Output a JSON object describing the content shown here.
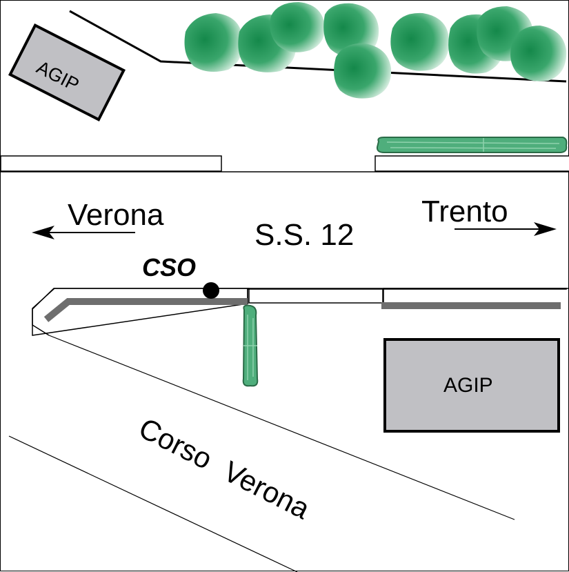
{
  "map": {
    "road_name": "S.S. 12",
    "direction_left": "Verona",
    "direction_right": "Trento",
    "street_name": "Corso Verona",
    "station_label": "CSO",
    "building_top_left": "AGIP",
    "building_bottom_right": "AGIP"
  },
  "colors": {
    "tree_green": "#2f9e62",
    "hedge_green": "#4fae7c",
    "building_fill": "#c0c0c4",
    "curb_gray": "#6e6e6e",
    "line": "#000000"
  },
  "icons": {
    "station_marker": "filled-circle",
    "arrow_left": "arrow-left-icon",
    "arrow_right": "arrow-right-icon",
    "tree": "tree-icon",
    "hedge": "hedge-icon"
  }
}
